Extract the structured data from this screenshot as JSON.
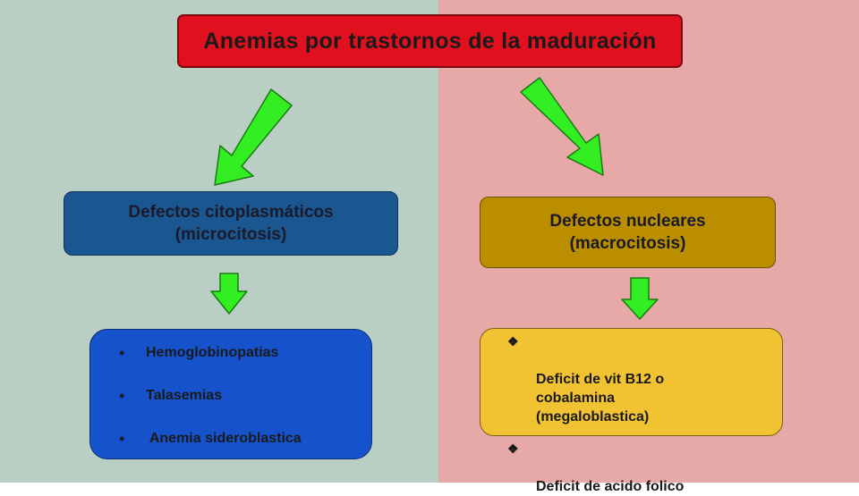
{
  "title": "Anemias por trastornos de la maduración",
  "left_branch": {
    "heading": "Defectos citoplasmáticos\n(microcitosis)",
    "items": [
      "Hemoglobinopatias",
      "Talasemias",
      " Anemia sideroblastica"
    ],
    "bullet_glyph": "●"
  },
  "right_branch": {
    "heading": "Defectos nucleares\n(macrocitosis)",
    "items": [
      "Deficit de vit B12 o\ncobalamina\n(megaloblastica)",
      "Deficit de acido folico"
    ],
    "bullet_glyph": "❖"
  },
  "colors": {
    "title_box": "#e0101f",
    "left_heading_box": "#1a5690",
    "right_heading_box": "#bb8e00",
    "left_list_box": "#1552cc",
    "right_list_box": "#f1c232",
    "arrow": "#33ee22",
    "arrow_outline": "#1a7a12",
    "background_left": "#b9cfc3",
    "background_right": "#e7a9a8"
  }
}
